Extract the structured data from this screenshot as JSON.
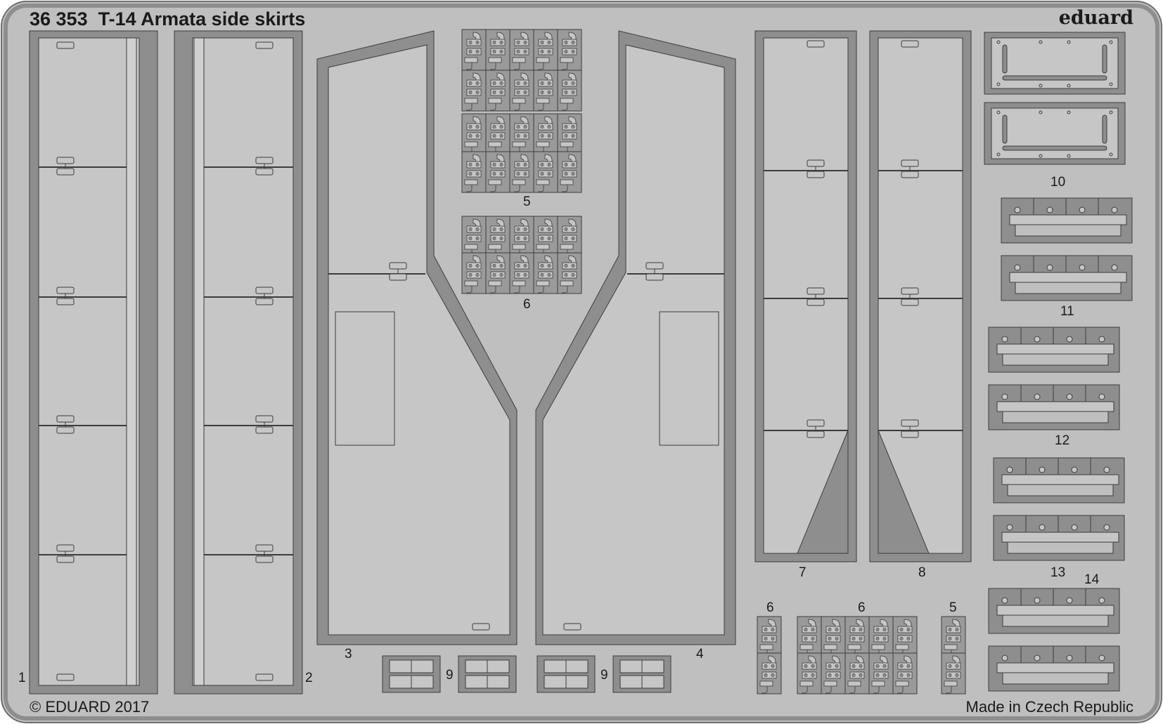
{
  "header": {
    "code": "36 353",
    "title": "T-14 Armata side skirts",
    "brand": "eduard"
  },
  "footer": {
    "copyright": "© EDUARD 2017",
    "origin": "Made in Czech Republic"
  },
  "part_numbers": {
    "p1": "1",
    "p2": "2",
    "p3": "3",
    "p4": "4",
    "p5_top": "5",
    "p6_top": "6",
    "p7": "7",
    "p8": "8",
    "p9_left": "9",
    "p9_right": "9",
    "p10": "10",
    "p11": "11",
    "p12": "12",
    "p13": "13",
    "p14": "14",
    "p6_small": "6",
    "p6_mid": "6",
    "p5_small": "5"
  },
  "colors": {
    "fret": "#bfbfbf",
    "frame": "#8e8e8e",
    "outline": "#3c3c3c"
  }
}
